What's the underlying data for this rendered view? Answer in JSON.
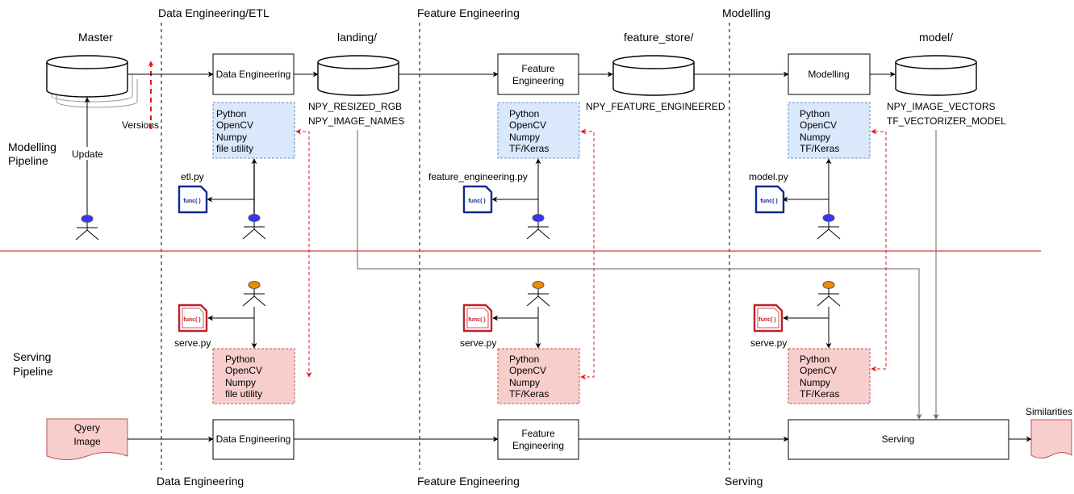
{
  "sections_top": [
    "Data Engineering/ETL",
    "Feature Engineering",
    "Modelling"
  ],
  "sections_bottom": [
    "Data Engineering",
    "Feature Engineering",
    "Serving"
  ],
  "pipelines": {
    "modelling": [
      "Modelling",
      "Pipeline"
    ],
    "serving": [
      "Serving",
      "Pipeline"
    ]
  },
  "stores": {
    "master": "Master",
    "landing": "landing/",
    "feature_store": "feature_store/",
    "model": "model/"
  },
  "store_outputs": {
    "landing": [
      "NPY_RESIZED_RGB",
      "NPY_IMAGE_NAMES"
    ],
    "feature_store": [
      "NPY_FEATURE_ENGINEERED"
    ],
    "model": [
      "NPY_IMAGE_VECTORS",
      "TF_VECTORIZER_MODEL"
    ]
  },
  "master_labels": {
    "versions": "Versions",
    "update": "Update"
  },
  "process_boxes": {
    "data_engineering": "Data Engineering",
    "feature_engineering": [
      "Feature",
      "Engineering"
    ],
    "modelling": "Modelling",
    "serving": "Serving"
  },
  "tech_stacks": {
    "etl": [
      "Python",
      "OpenCV",
      "Numpy",
      "file utility"
    ],
    "feature": [
      "Python",
      "OpenCV",
      "Numpy",
      "TF/Keras"
    ],
    "model": [
      "Python",
      "OpenCV",
      "Numpy",
      "TF/Keras"
    ]
  },
  "scripts": {
    "etl": "etl.py",
    "feature": "feature_engineering.py",
    "model": "model.py",
    "serve": "serve.py",
    "func_glyph": "func( )"
  },
  "documents": {
    "query": [
      "Qyery",
      "Image"
    ],
    "similarities": "Similarities"
  },
  "colors": {
    "blue_fill": "#dae8fc",
    "blue_stroke": "#6c8ebf",
    "red_fill": "#f8cecc",
    "red_stroke": "#b85450",
    "divider": "#e0383e",
    "dashed_arrow": "#e8161b",
    "actor_top": "#3535ff",
    "actor_bottom": "#f08a00",
    "func_blue": "#0b2b8f",
    "func_red": "#c0202a",
    "gray_line": "#777777"
  }
}
